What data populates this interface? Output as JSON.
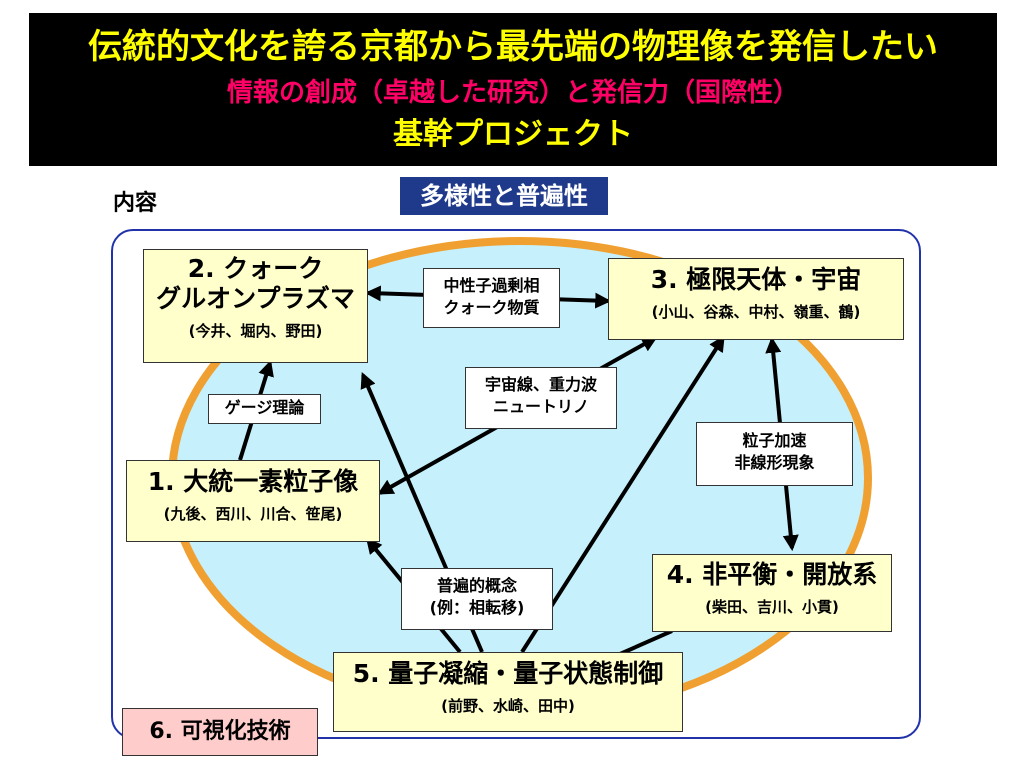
{
  "header": {
    "line1": "伝統的文化を誇る京都から最先端の物理像を発信したい",
    "line2": "情報の創成（卓越した研究）と発信力（国際性）",
    "line3": "基幹プロジェクト"
  },
  "content_label": "内容",
  "banner": "多様性と普遍性",
  "nodes": {
    "qgp": {
      "title1": "2. クォーク",
      "title2": "グルオンプラズマ",
      "names": "(今井、堀内、野田)"
    },
    "extreme": {
      "title": "3. 極限天体・宇宙",
      "names": "(小山、谷森、中村、嶺重、鶴)"
    },
    "unified": {
      "title": "1. 大統一素粒子像",
      "names": "(九後、西川、川合、笹尾)"
    },
    "noneq": {
      "title": "4. 非平衡・開放系",
      "names": "(柴田、吉川、小貫)"
    },
    "quantum": {
      "title": "5. 量子凝縮・量子状態制御",
      "names": "(前野、水崎、田中)"
    },
    "viz": {
      "title": "6. 可視化技術"
    }
  },
  "labels": {
    "neutron": {
      "l1": "中性子過剰相",
      "l2": "クォーク物質"
    },
    "cosmic": {
      "l1": "宇宙線、重力波",
      "l2": "ニュートリノ"
    },
    "gauge": {
      "l1": "ゲージ理論"
    },
    "accel": {
      "l1": "粒子加速",
      "l2": "非線形現象"
    },
    "universal": {
      "l1": "普遍的概念",
      "l2": "(例：相転移)"
    }
  },
  "colors": {
    "header_bg": "#000000",
    "header_yellow": "#ffff00",
    "header_pink": "#ff0066",
    "banner_bg": "#1f3a8a",
    "ellipse_fill": "#c6f0fb",
    "ellipse_stroke": "#f0a030",
    "node_fill": "#ffffcc",
    "viz_fill": "#ffcccc",
    "frame": "#2233aa"
  }
}
